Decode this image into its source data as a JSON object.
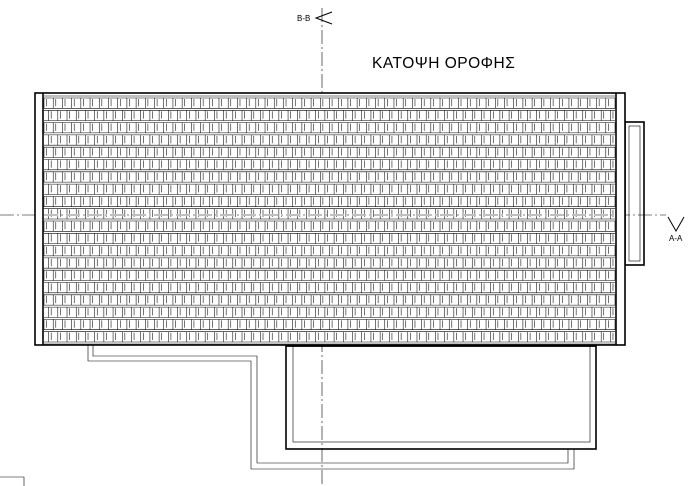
{
  "drawing": {
    "title": "ΚΑΤΟΨΗ ΟΡΟΦΗΣ",
    "section_b": "B-B",
    "section_a": "A-A",
    "tile_rows": 20,
    "tile_columns": 62
  }
}
